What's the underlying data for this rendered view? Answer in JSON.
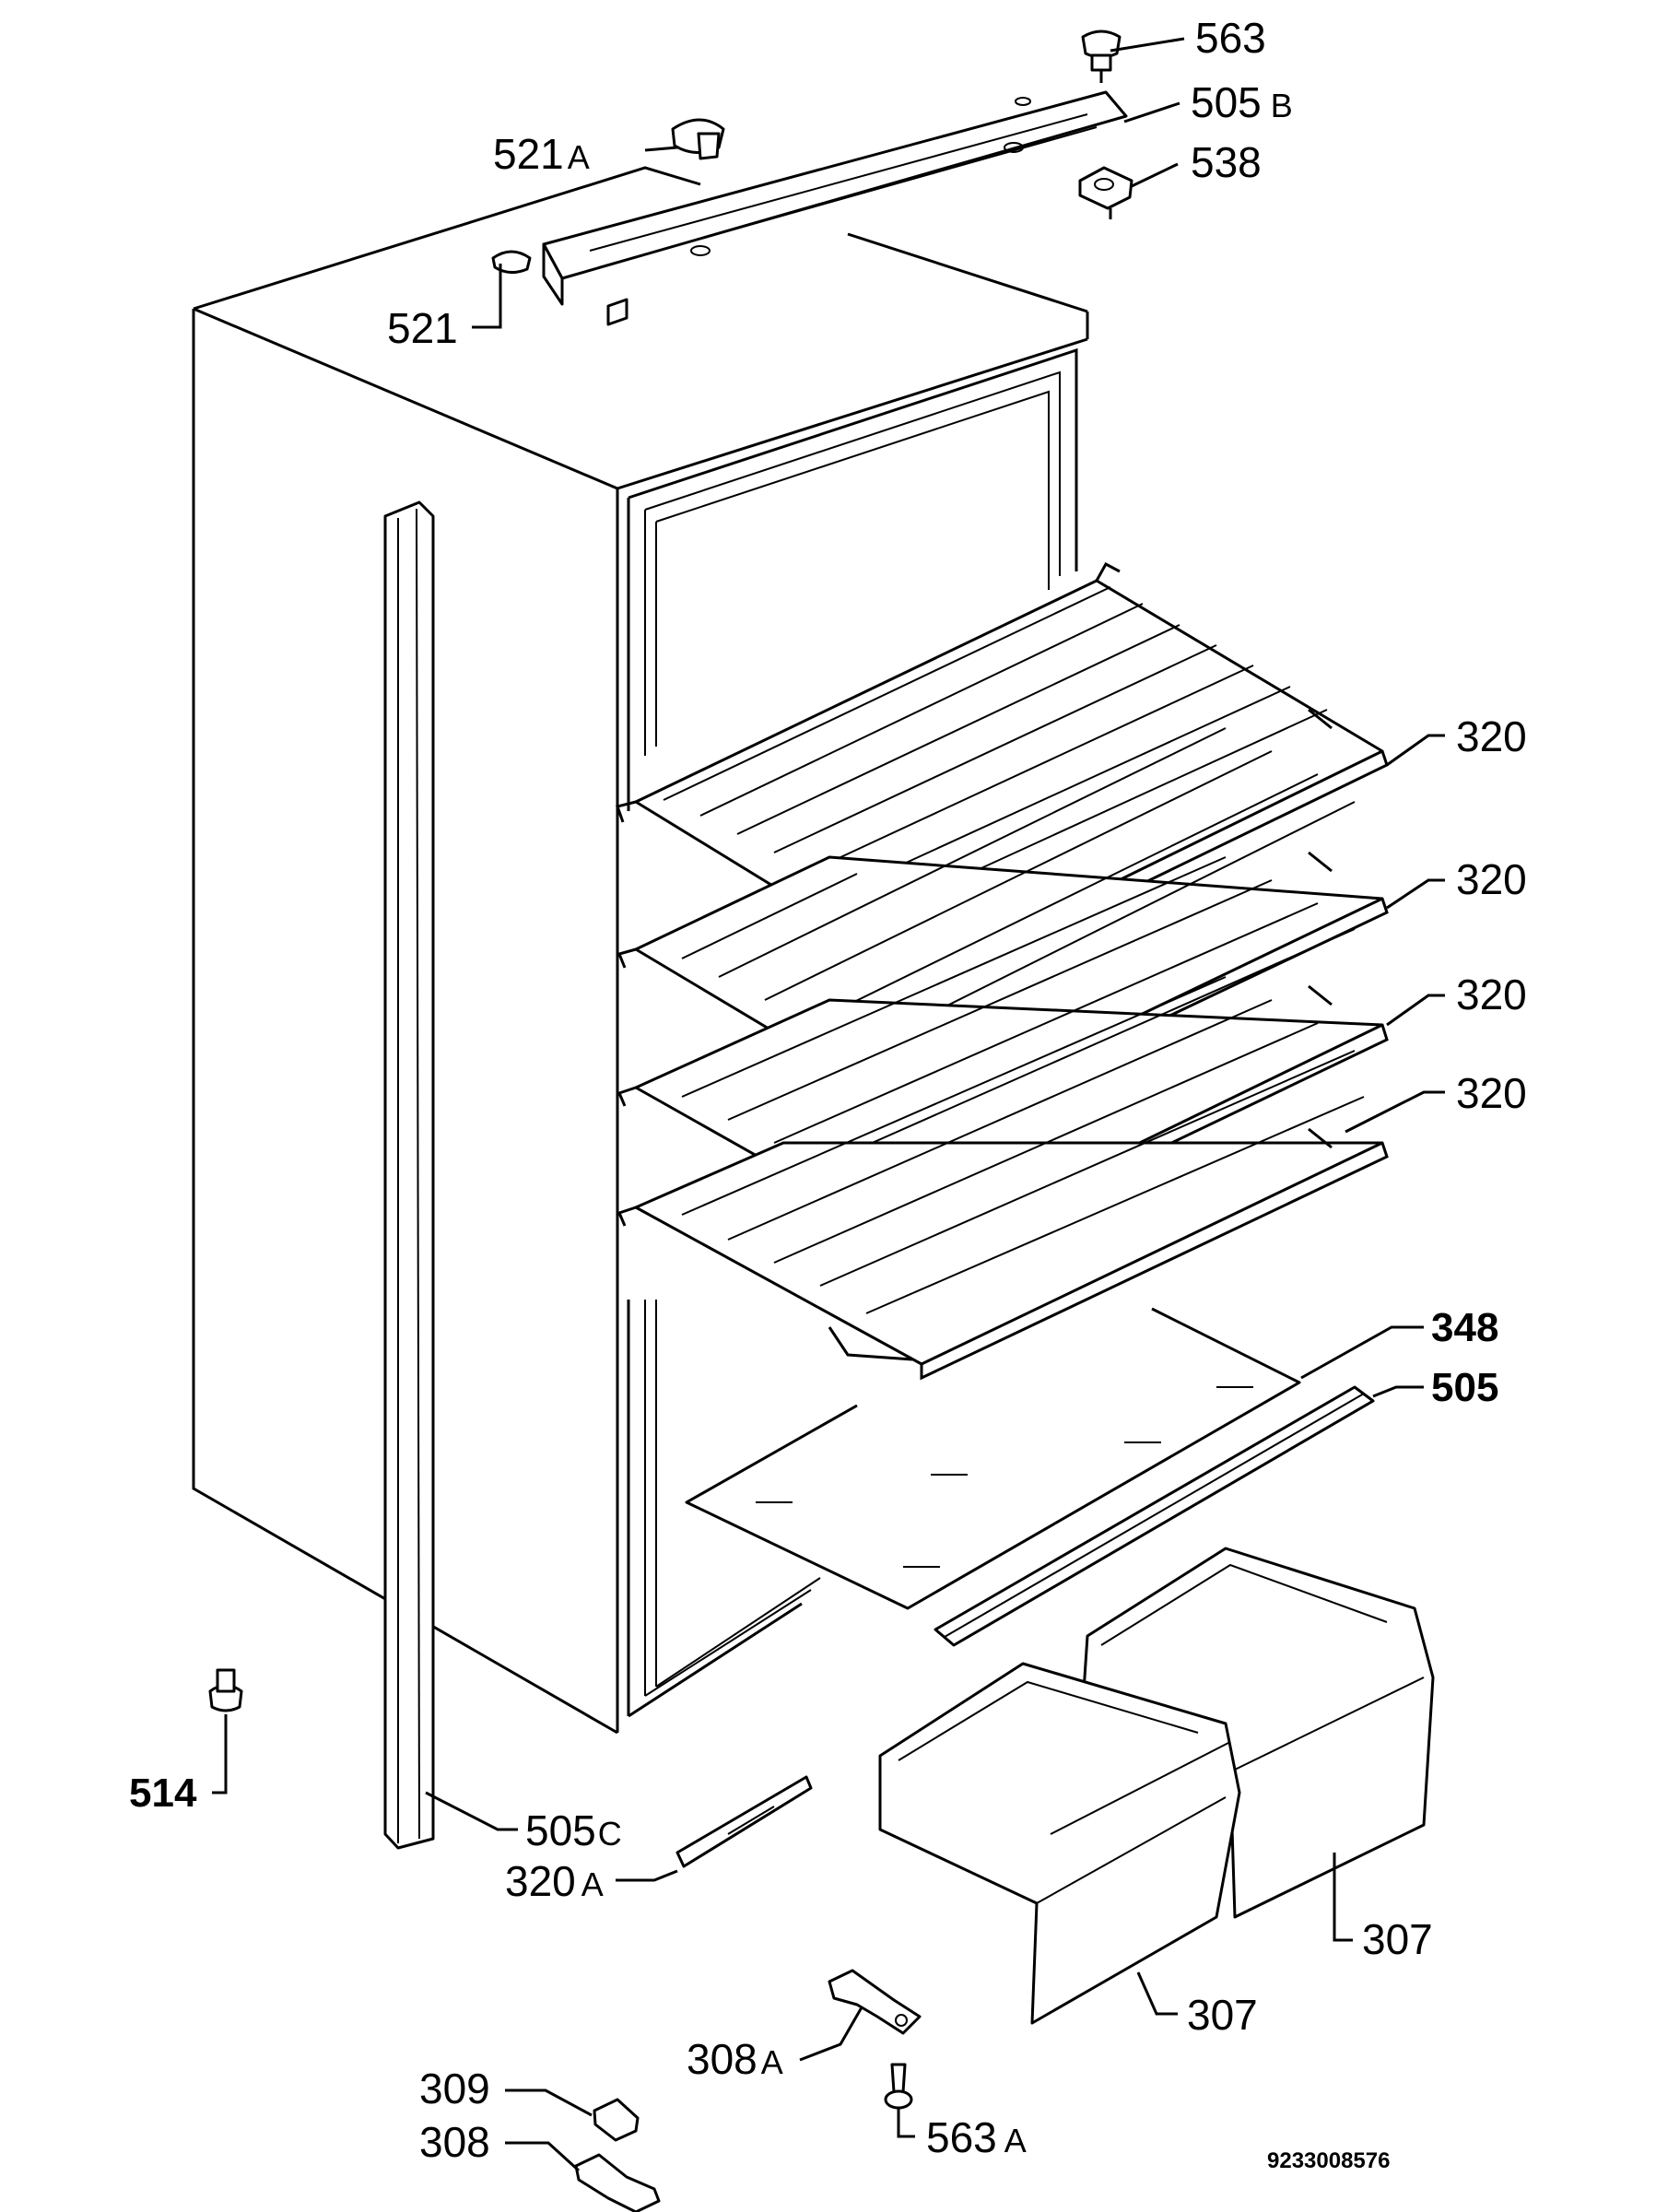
{
  "diagram": {
    "document_code": "9233008576",
    "callouts": [
      {
        "id": "563",
        "num": "563",
        "suffix": ""
      },
      {
        "id": "505b",
        "num": "505",
        "suffix": "B"
      },
      {
        "id": "521a",
        "num": "521",
        "suffix": "A"
      },
      {
        "id": "538",
        "num": "538",
        "suffix": ""
      },
      {
        "id": "521",
        "num": "521",
        "suffix": ""
      },
      {
        "id": "320-1",
        "num": "320",
        "suffix": ""
      },
      {
        "id": "320-2",
        "num": "320",
        "suffix": ""
      },
      {
        "id": "320-3",
        "num": "320",
        "suffix": ""
      },
      {
        "id": "320-4",
        "num": "320",
        "suffix": ""
      },
      {
        "id": "348",
        "num": "348",
        "suffix": ""
      },
      {
        "id": "505",
        "num": "505",
        "suffix": ""
      },
      {
        "id": "514",
        "num": "514",
        "suffix": ""
      },
      {
        "id": "505c",
        "num": "505",
        "suffix": "C"
      },
      {
        "id": "320a",
        "num": "320",
        "suffix": "A"
      },
      {
        "id": "307-1",
        "num": "307",
        "suffix": ""
      },
      {
        "id": "307-2",
        "num": "307",
        "suffix": ""
      },
      {
        "id": "308a",
        "num": "308",
        "suffix": "A"
      },
      {
        "id": "563a",
        "num": "563",
        "suffix": "A"
      },
      {
        "id": "309",
        "num": "309",
        "suffix": ""
      },
      {
        "id": "308",
        "num": "308",
        "suffix": ""
      }
    ]
  }
}
